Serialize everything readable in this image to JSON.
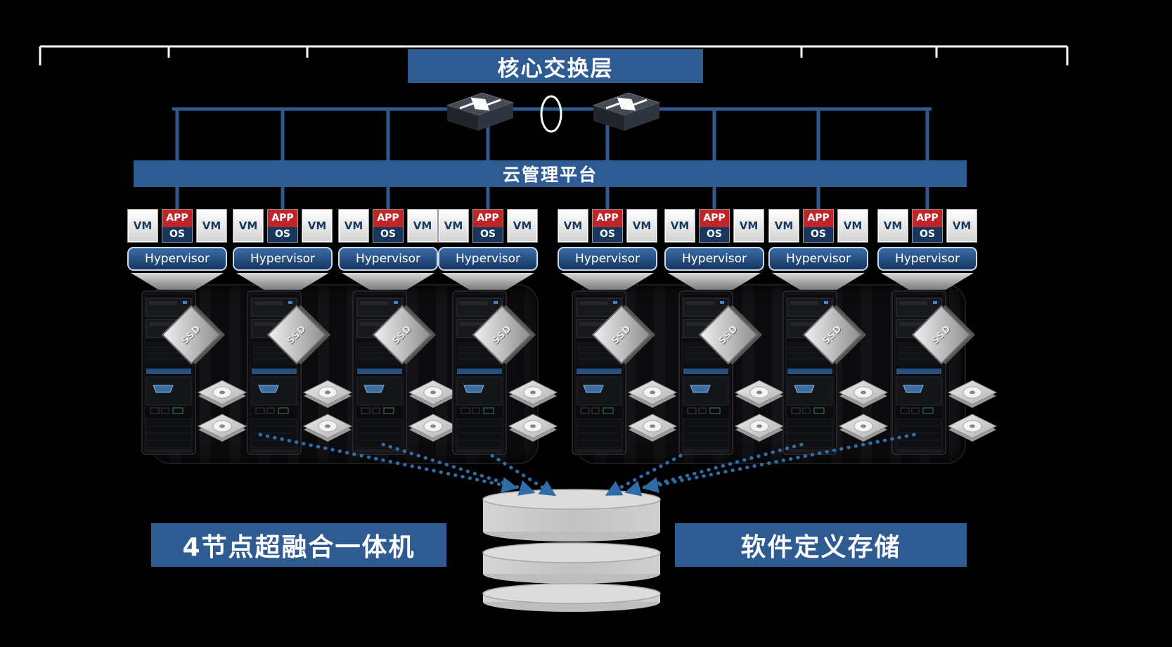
{
  "header": {
    "core_switch_label": "核心交换层"
  },
  "platform": {
    "label": "云管理平台"
  },
  "labels": {
    "vm": "VM",
    "app": "APP",
    "os": "OS",
    "hypervisor": "Hypervisor",
    "ssd": "SSD"
  },
  "footer": {
    "left_label": "4节点超融合一体机",
    "right_label": "软件定义存储"
  },
  "colors": {
    "background": "#000000",
    "banner_blue": "#2f5b93",
    "line_blue": "#2e5a8f",
    "arrow_blue": "#2e6da8",
    "app_red": "#be2428",
    "os_navy": "#17375e",
    "hypervisor_gradient_top": "#3b6ca8",
    "hypervisor_gradient_bottom": "#16365f",
    "cylinder_gray": "#c6c6c6",
    "bracket_white": "#ffffff"
  }
}
